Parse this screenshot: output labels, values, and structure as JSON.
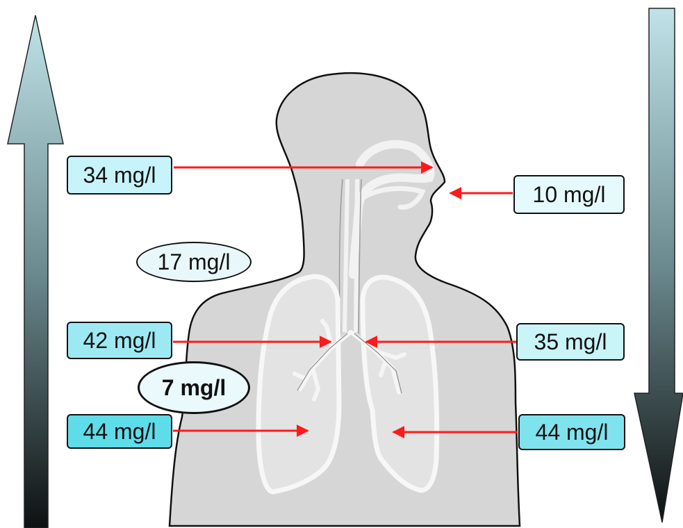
{
  "labels": {
    "inhale_nose": "10 mg/l",
    "exhale_nose": "34 mg/l",
    "oval_upper": "17 mg/l",
    "exhale_bronchi": "42 mg/l",
    "inhale_bronchi": "35 mg/l",
    "oval_lower": "7 mg/l",
    "exhale_alveoli": "44 mg/l",
    "inhale_alveoli": "44 mg/l"
  },
  "colors": {
    "arrow_line": "#ff1a1a",
    "body_fill": "#d6d6d6",
    "lung_fill": "#e2e2e2",
    "gradient_top": "#b7dde3",
    "gradient_bottom": "#0f1212",
    "label_fill_light": "#c7f4fa",
    "label_fill_mid": "#9de9f3",
    "label_fill_strong": "#5fdce9"
  }
}
